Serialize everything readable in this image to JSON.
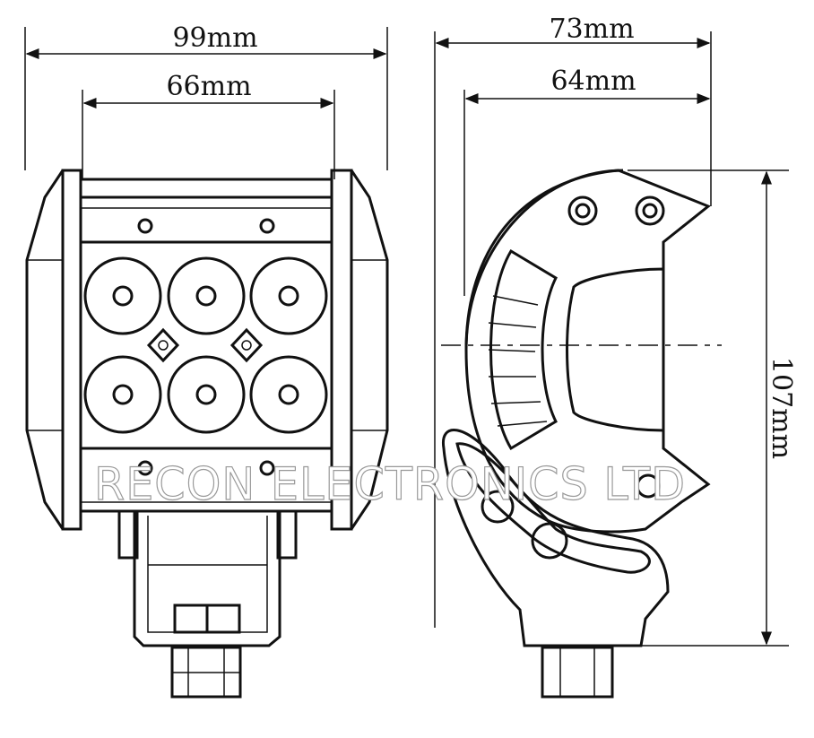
{
  "drawing": {
    "front_view": {
      "width_overall": "99mm",
      "width_inner": "66mm"
    },
    "side_view": {
      "depth_overall": "73mm",
      "depth_inner": "64mm",
      "height": "107mm"
    },
    "watermark": "RECON ELECTRONICS LTD"
  }
}
